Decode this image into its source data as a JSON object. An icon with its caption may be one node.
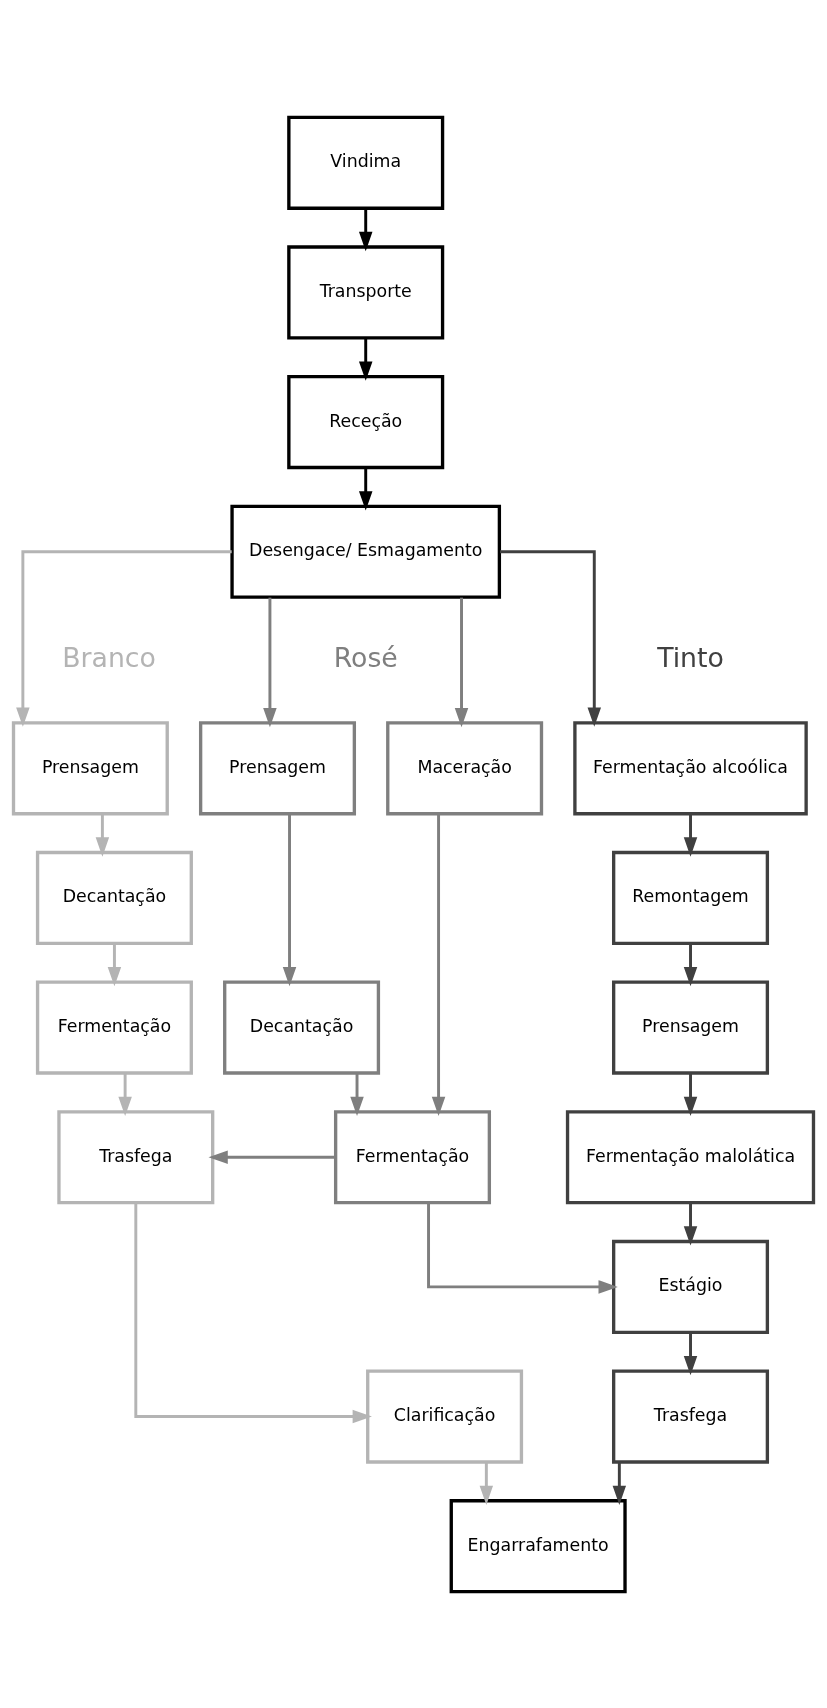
{
  "diagram": {
    "nodes": [
      {
        "text": [
          "Vindima"
        ]
      },
      {
        "text": [
          "Transporte"
        ]
      },
      {
        "text": [
          "Receção"
        ]
      },
      {
        "text": [
          "Desengace/ Esmagamento"
        ]
      },
      {
        "text": [
          "Prensagem"
        ]
      },
      {
        "text": [
          "Decantação"
        ]
      },
      {
        "text": [
          "Fermentação"
        ]
      },
      {
        "text": [
          "Trasfega"
        ]
      },
      {
        "text": [
          "Clarificação"
        ]
      },
      {
        "text": [
          "Prensagem"
        ]
      },
      {
        "text": [
          "Maceração"
        ]
      },
      {
        "text": [
          "Decantação"
        ]
      },
      {
        "text": [
          "Fermentação"
        ]
      },
      {
        "text": [
          "Fermentação alcoólica"
        ]
      },
      {
        "text": [
          "Remontagem"
        ]
      },
      {
        "text": [
          "Prensagem"
        ]
      },
      {
        "text": [
          "Fermentação malolática"
        ]
      },
      {
        "text": [
          "Estágio"
        ]
      },
      {
        "text": [
          "Trasfega"
        ]
      },
      {
        "text": [
          "Engarrafamento"
        ]
      }
    ],
    "edges": [
      {
        "from": 0,
        "to": 1,
        "arrow": "to",
        "color": "#000000"
      },
      {
        "from": 1,
        "to": 2,
        "arrow": "to",
        "color": "#000000"
      },
      {
        "from": 2,
        "to": 3,
        "arrow": "to",
        "color": "#000000"
      },
      {
        "from": 3,
        "to": 4,
        "arrow": "to",
        "color": "#b4b4b4"
      },
      {
        "from": 3,
        "to": 9,
        "arrow": "to",
        "color": "#7f7f7f"
      },
      {
        "from": 3,
        "to": 10,
        "arrow": "to",
        "color": "#7f7f7f"
      },
      {
        "from": 3,
        "to": 13,
        "arrow": "to",
        "color": "#404040"
      },
      {
        "from": 4,
        "to": 5,
        "arrow": "to",
        "color": "#b4b4b4"
      },
      {
        "from": 5,
        "to": 6,
        "arrow": "to",
        "color": "#b4b4b4"
      },
      {
        "from": 6,
        "to": 7,
        "arrow": "to",
        "color": "#b4b4b4"
      },
      {
        "from": 7,
        "to": 8,
        "arrow": "to",
        "color": "#b4b4b4"
      },
      {
        "from": 9,
        "to": 11,
        "arrow": "to",
        "color": "#7f7f7f"
      },
      {
        "from": 11,
        "to": 12,
        "arrow": "to",
        "color": "#7f7f7f"
      },
      {
        "from": 10,
        "to": 12,
        "arrow": "to",
        "color": "#7f7f7f"
      },
      {
        "from": 12,
        "to": 7,
        "arrow": "to",
        "color": "#7f7f7f"
      },
      {
        "from": 12,
        "to": 17,
        "arrow": "to",
        "color": "#7f7f7f"
      },
      {
        "from": 13,
        "to": 14,
        "arrow": "to",
        "color": "#404040"
      },
      {
        "from": 14,
        "to": 15,
        "arrow": "to",
        "color": "#404040"
      },
      {
        "from": 15,
        "to": 16,
        "arrow": "to",
        "color": "#404040"
      },
      {
        "from": 16,
        "to": 17,
        "arrow": "to",
        "color": "#404040"
      },
      {
        "from": 17,
        "to": 18,
        "arrow": "to",
        "color": "#404040"
      },
      {
        "from": 8,
        "to": 19,
        "arrow": "to",
        "color": "#b4b4b4"
      },
      {
        "from": 18,
        "to": 19,
        "arrow": "to",
        "color": "#404040"
      }
    ],
    "labels": [
      "Branco",
      "Rosé",
      "Tinto"
    ]
  }
}
